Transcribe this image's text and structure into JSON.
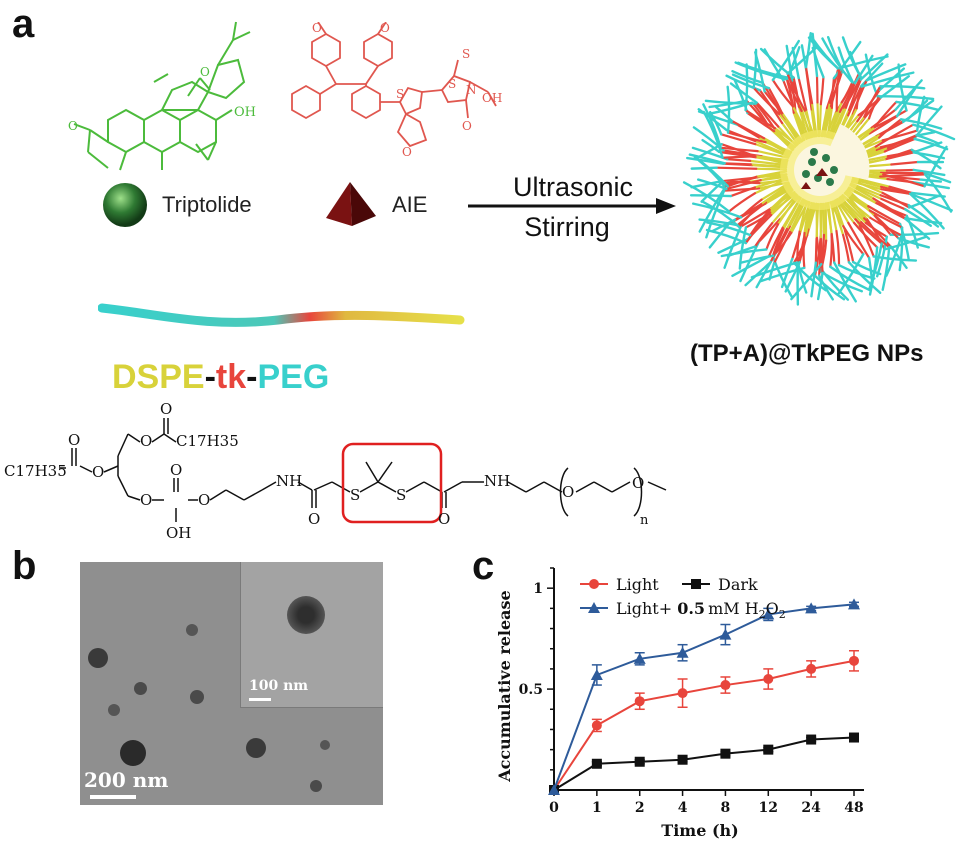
{
  "panels": {
    "a": "a",
    "b": "b",
    "c": "c"
  },
  "scheme": {
    "legend": {
      "triptolide": "Triptolide",
      "aie": "AIE"
    },
    "process": {
      "line1": "Ultrasonic",
      "line2": "Stirring"
    },
    "polymer": {
      "part1": "DSPE",
      "sep1": "-",
      "part2": "tk",
      "sep2": "-",
      "part3": "PEG"
    },
    "nanoparticle_label": "(TP+A)@TkPEG NPs",
    "chemistry": {
      "oh": "OH",
      "o": "O",
      "s": "S",
      "n": "N",
      "stearoyl": "C17H35",
      "nh": "NH",
      "subscript_n": "n"
    },
    "colors": {
      "dspe": "#d8d23a",
      "tk": "#e8453c",
      "peg": "#38d0cc",
      "triptolide": "#4cbb3c",
      "aie": "#e0574f",
      "highlight_box": "#e02020"
    }
  },
  "tem": {
    "scale_main": "200 nm",
    "scale_inset": "100 nm"
  },
  "chart_data": {
    "type": "line",
    "ylabel": "Accumulative release",
    "xlabel": "Time (h)",
    "categories": [
      "0",
      "1",
      "2",
      "4",
      "8",
      "12",
      "24",
      "48"
    ],
    "y_ticks": [
      "0.5",
      "1"
    ],
    "ylim": [
      0,
      1.1
    ],
    "series": [
      {
        "name": "Light",
        "color": "#e8453c",
        "marker": "circle",
        "values": [
          0,
          0.32,
          0.44,
          0.48,
          0.52,
          0.55,
          0.6,
          0.64
        ],
        "errors": [
          0,
          0.03,
          0.04,
          0.07,
          0.04,
          0.05,
          0.04,
          0.05
        ]
      },
      {
        "name": "Dark",
        "color": "#111111",
        "marker": "square",
        "values": [
          0,
          0.13,
          0.14,
          0.15,
          0.18,
          0.2,
          0.25,
          0.26
        ],
        "errors": [
          0,
          0.01,
          0.01,
          0.01,
          0.01,
          0.01,
          0.01,
          0.01
        ]
      },
      {
        "name": "Light+ 0.5 mM H2O2",
        "color": "#2e5b9a",
        "marker": "triangle",
        "values": [
          0,
          0.57,
          0.65,
          0.68,
          0.77,
          0.87,
          0.9,
          0.92
        ],
        "errors": [
          0,
          0.05,
          0.03,
          0.04,
          0.05,
          0.03,
          0.01,
          0.01
        ]
      }
    ],
    "legend": {
      "light": "Light",
      "dark": "Dark",
      "h2o2_prefix": "Light+ ",
      "h2o2_conc": "0.5",
      "h2o2_unit": "mM H",
      "h2o2_sub": "2",
      "h2o2_o": "O",
      "h2o2_sub2": "2"
    }
  }
}
